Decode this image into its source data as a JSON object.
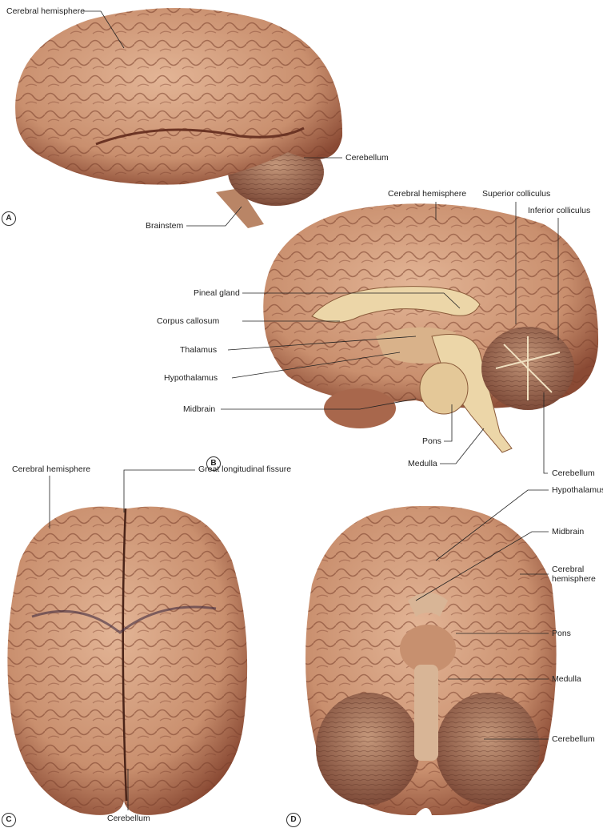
{
  "colors": {
    "tissue": "#c98f6e",
    "tissue_dark": "#7a3f2c",
    "tissue_light": "#e8c0a0",
    "section": "#ecd6a8"
  },
  "panels": [
    {
      "letter": "A",
      "labels": [
        "Cerebral hemisphere",
        "Cerebellum",
        "Brainstem"
      ]
    },
    {
      "letter": "B",
      "labels": [
        "Cerebral hemisphere",
        "Superior colliculus",
        "Inferior colliculus",
        "Pineal gland",
        "Corpus callosum",
        "Thalamus",
        "Hypothalamus",
        "Midbrain",
        "Pons",
        "Medulla",
        "Cerebellum"
      ]
    },
    {
      "letter": "C",
      "labels": [
        "Cerebral hemisphere",
        "Great longitudinal fissure",
        "Cerebellum"
      ]
    },
    {
      "letter": "D",
      "labels": [
        "Hypothalamus",
        "Midbrain",
        "Cerebral hemisphere",
        "Pons",
        "Medulla",
        "Cerebellum"
      ]
    }
  ]
}
